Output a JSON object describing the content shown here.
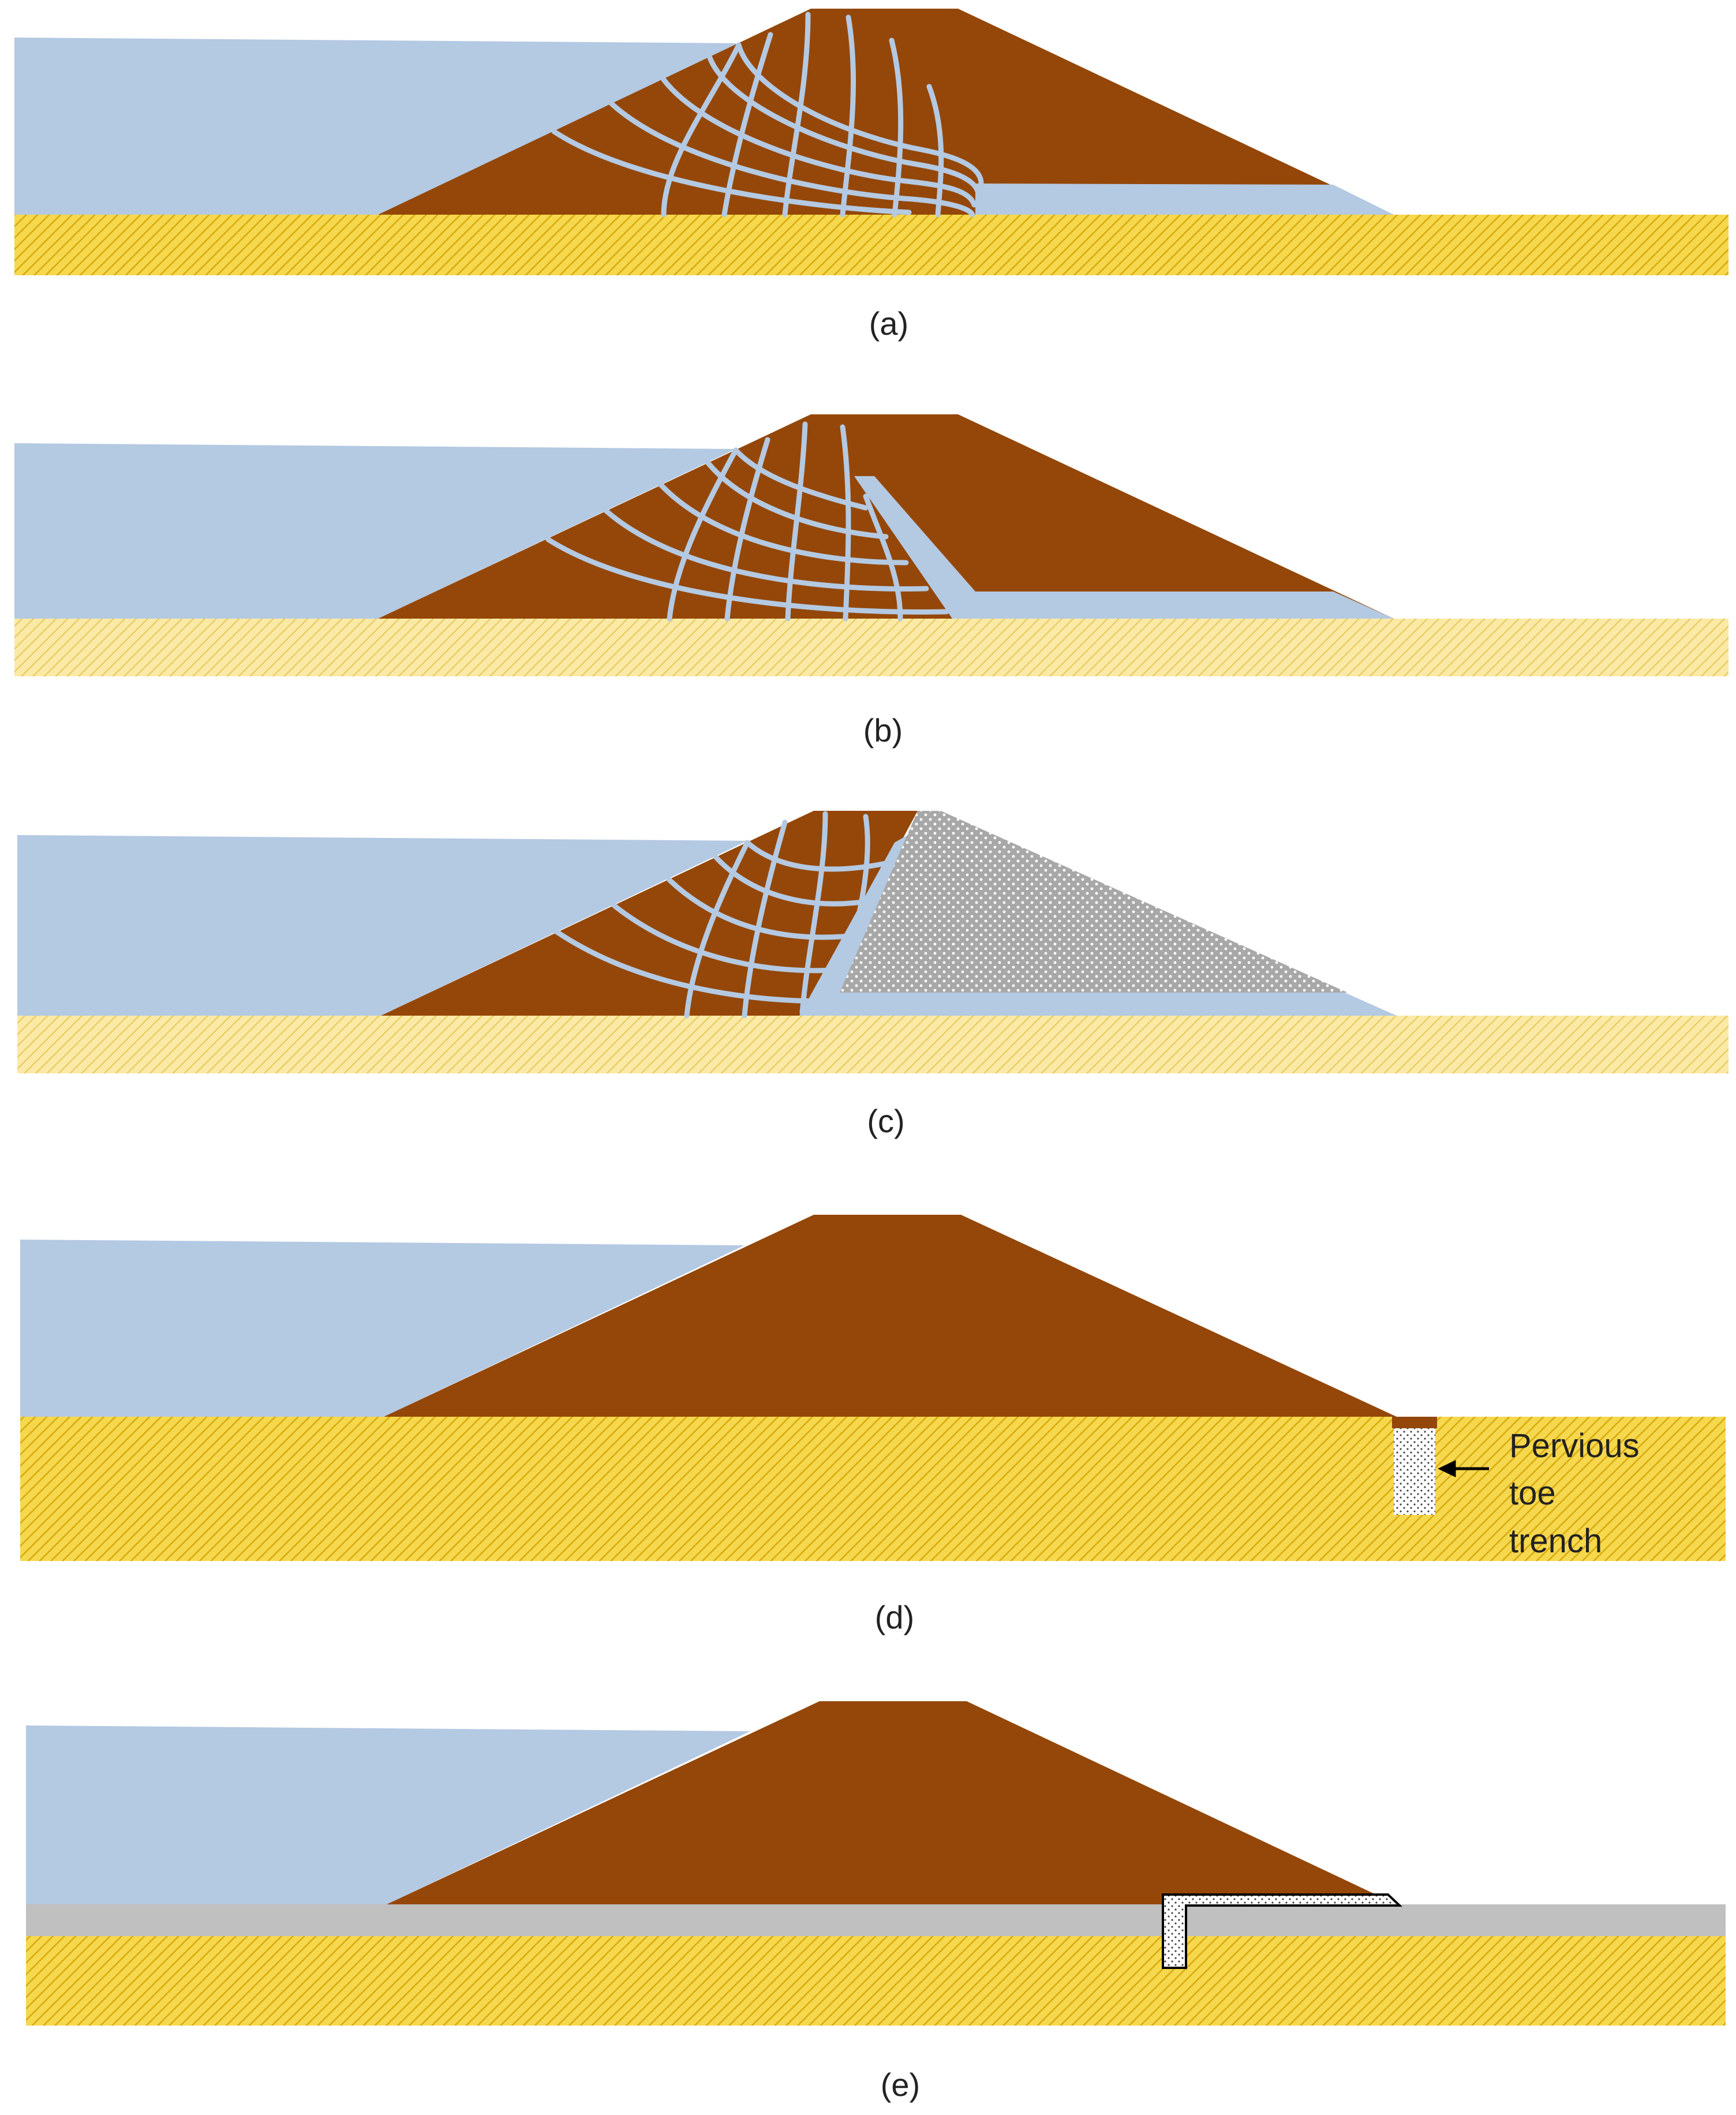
{
  "colors": {
    "water": "#b4c9e2",
    "embankment": "#944708",
    "foundation": "#f6d84e",
    "foundation_hatch": "#d9a90c",
    "filter": "#a8a8a8",
    "filter_dots": "#ffffff",
    "blanket": "#c0c0c0",
    "outline": "#000000"
  },
  "panels": [
    {
      "id": "a",
      "caption": "(a)"
    },
    {
      "id": "b",
      "caption": "(b)"
    },
    {
      "id": "c",
      "caption": "(c)"
    },
    {
      "id": "d",
      "caption": "(d)"
    },
    {
      "id": "e",
      "caption": "(e)"
    }
  ],
  "annotations": {
    "toe_trench_line1": "Pervious",
    "toe_trench_line2": "toe",
    "toe_trench_line3": "trench"
  }
}
